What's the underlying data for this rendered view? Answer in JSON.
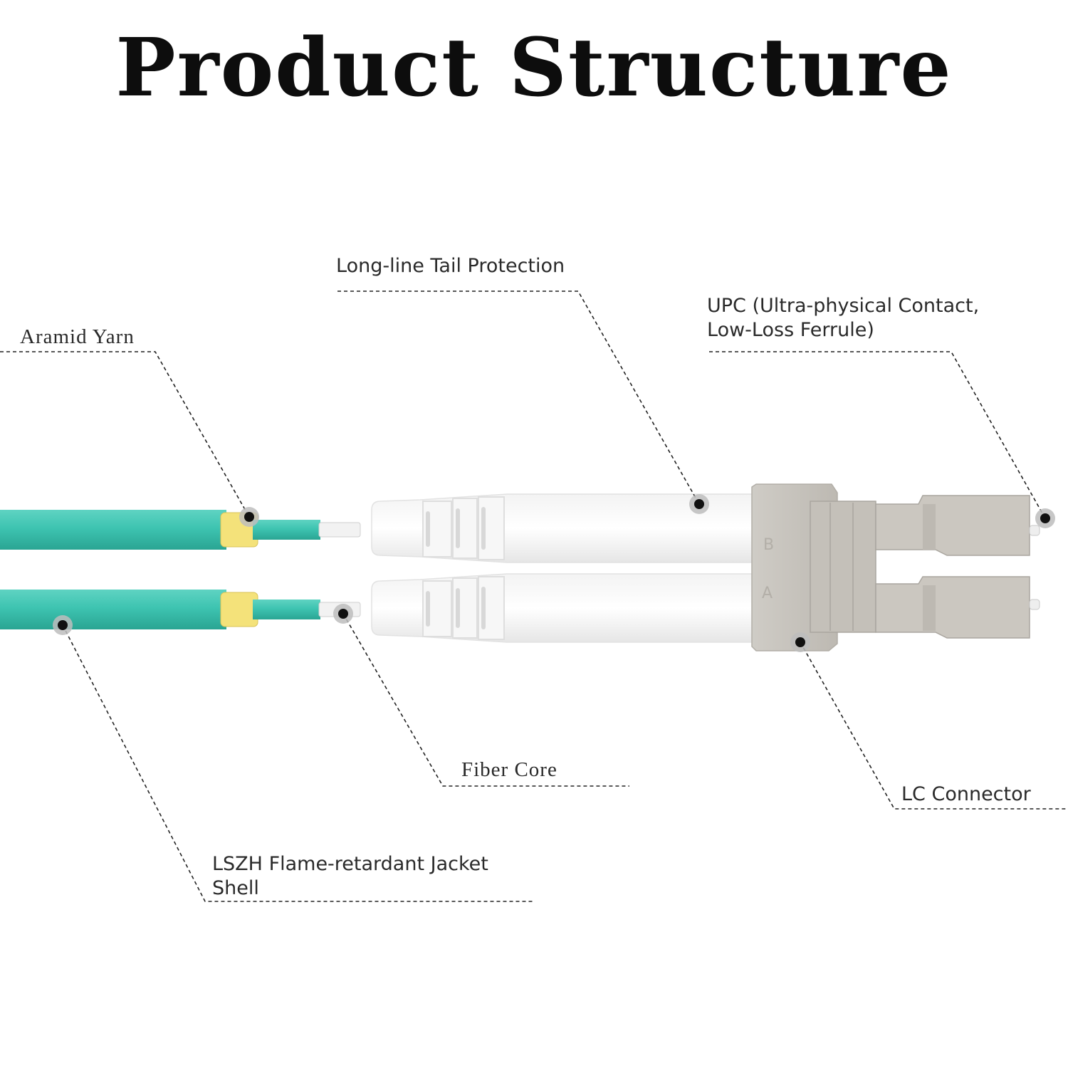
{
  "title": "Product Structure",
  "labels": {
    "aramid_yarn": "Aramid Yarn",
    "tail_protection": "Long-line Tail Protection",
    "upc_line1": "UPC (Ultra-physical Contact,",
    "upc_line2": "Low-Loss Ferrule)",
    "fiber_core": "Fiber Core",
    "lc_connector": "LC Connector",
    "jacket_line1": "LSZH Flame-retardant Jacket",
    "jacket_line2": "Shell"
  },
  "housing_marks": {
    "top": "B",
    "bottom": "A"
  },
  "colors": {
    "jacket": "#3ec4b1",
    "aramid": "#f4e27a",
    "boot": "#ffffff",
    "housing": "#c9c6c0",
    "leader": "#222222"
  }
}
